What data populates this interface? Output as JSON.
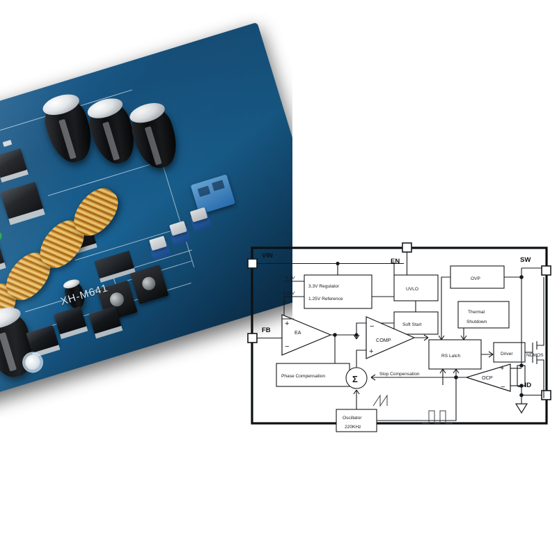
{
  "scene": {
    "title": "XH-M641 buck converter board photo with IC functional block diagram",
    "background_color": "#ffffff"
  },
  "pcb": {
    "board_label": "XH-M641",
    "board_color": "#1a6496",
    "silkscreen_color": "#e1f0fa",
    "notes": "angled blue printed circuit board, toroidal inductors, electrolytic capacitors, TO-252 MOSFETs, blue screw terminal, white/blue trimmer potentiometers, mounting hole"
  },
  "diagram": {
    "type": "functional-block-diagram",
    "pins": [
      {
        "name": "VIN",
        "side": "left",
        "label": "VIN"
      },
      {
        "name": "FB",
        "side": "left",
        "label": "FB"
      },
      {
        "name": "EN",
        "side": "top",
        "label": "EN"
      },
      {
        "name": "SW",
        "side": "right",
        "label": "SW"
      },
      {
        "name": "GND",
        "side": "right",
        "label": "GND"
      }
    ],
    "blocks": [
      {
        "id": "regulator",
        "line1": "3.3V Regulator",
        "line2": "1.25V Reference"
      },
      {
        "id": "uvlo",
        "label": "UVLO"
      },
      {
        "id": "ovp",
        "label": "OVP"
      },
      {
        "id": "soft_start",
        "label": "Soft Start"
      },
      {
        "id": "thermal",
        "line1": "Thermal",
        "line2": "Shutdown"
      },
      {
        "id": "rs_latch",
        "label": "RS Latch"
      },
      {
        "id": "driver",
        "label": "Driver"
      },
      {
        "id": "phase_comp",
        "label": "Phase Compensation"
      },
      {
        "id": "oscillator",
        "line1": "Oscillator",
        "line2": "220KHz"
      }
    ],
    "amplifiers": [
      {
        "id": "ea",
        "label": "EA",
        "plus": "+",
        "minus": "−"
      },
      {
        "id": "comp",
        "label": "COMP",
        "plus": "+",
        "minus": "−"
      },
      {
        "id": "ocp",
        "label": "OCP",
        "plus": "+",
        "minus": "−"
      }
    ],
    "signal_labels": [
      {
        "id": "rail_33",
        "text": "3.3V"
      },
      {
        "id": "rail_125",
        "text": "1.25V"
      },
      {
        "id": "slope",
        "text": "Slop Compensation"
      },
      {
        "id": "ndmos",
        "text": "NDMOS"
      }
    ],
    "summing_node": {
      "symbol": "Σ"
    },
    "waveforms": [
      {
        "id": "ramp",
        "kind": "sawtooth"
      },
      {
        "id": "pulses",
        "kind": "square-pulse-train"
      }
    ],
    "ground_symbol": "triangle"
  }
}
